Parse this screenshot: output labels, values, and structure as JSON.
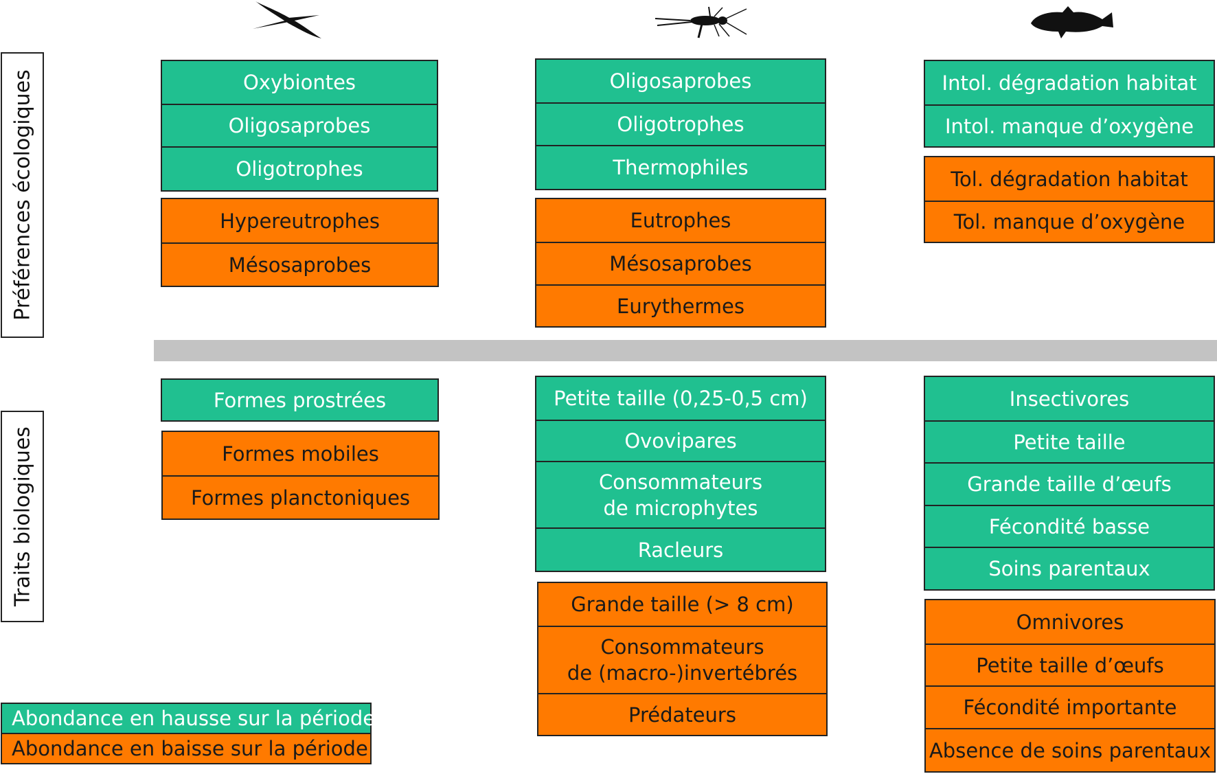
{
  "side_labels": {
    "ecological": "Préférences écologiques",
    "biological": "Traits biologiques"
  },
  "icons": [
    "diatom-icon",
    "mayfly-larva-icon",
    "fish-icon"
  ],
  "colors": {
    "increase": "#20c090",
    "decrease": "#ff7a00"
  },
  "columns": [
    {
      "icon": "diatom-icon",
      "ecological": {
        "increase": [
          "Oxybiontes",
          "Oligosaprobes",
          "Oligotrophes"
        ],
        "decrease": [
          "Hypereutrophes",
          "Mésosaprobes"
        ]
      },
      "biological": {
        "increase": [
          "Formes prostrées"
        ],
        "decrease": [
          "Formes mobiles",
          "Formes planctoniques"
        ]
      }
    },
    {
      "icon": "mayfly-larva-icon",
      "ecological": {
        "increase": [
          "Oligosaprobes",
          "Oligotrophes",
          "Thermophiles"
        ],
        "decrease": [
          "Eutrophes",
          "Mésosaprobes",
          "Eurythermes"
        ]
      },
      "biological": {
        "increase": [
          "Petite taille (0,25-0,5 cm)",
          "Ovovipares",
          "Consommateurs\nde microphytes",
          "Racleurs"
        ],
        "decrease": [
          "Grande taille (> 8 cm)",
          "Consommateurs\nde (macro-)invertébrés",
          "Prédateurs"
        ]
      }
    },
    {
      "icon": "fish-icon",
      "ecological": {
        "increase": [
          "Intol. dégradation habitat",
          "Intol. manque d’oxygène"
        ],
        "decrease": [
          "Tol. dégradation habitat",
          "Tol. manque d’oxygène"
        ]
      },
      "biological": {
        "increase": [
          "Insectivores",
          "Petite taille",
          "Grande taille d’œufs",
          "Fécondité basse",
          "Soins parentaux"
        ],
        "decrease": [
          "Omnivores",
          "Petite taille d’œufs",
          "Fécondité importante",
          "Absence de soins parentaux"
        ]
      }
    }
  ],
  "legend": {
    "increase": "Abondance en hausse sur la période",
    "decrease": "Abondance en baisse sur la période"
  }
}
